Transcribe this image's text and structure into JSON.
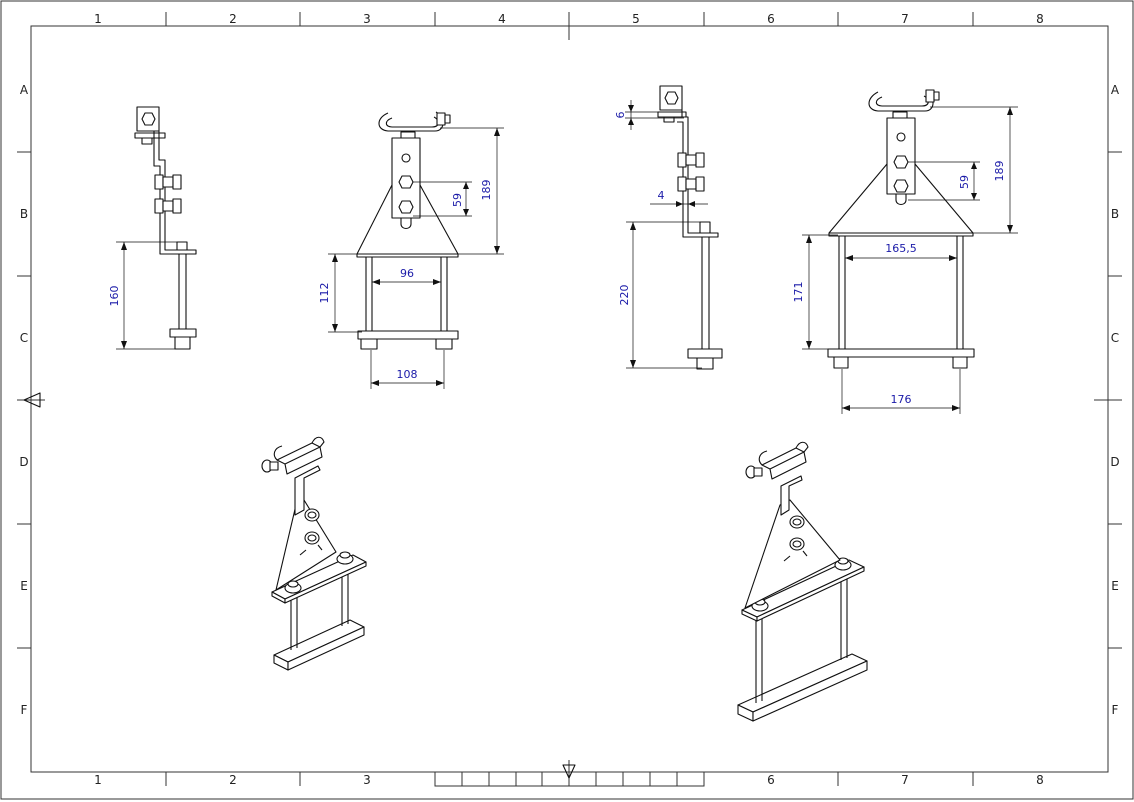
{
  "sheet": {
    "columns": [
      "1",
      "2",
      "3",
      "4",
      "5",
      "6",
      "7",
      "8"
    ],
    "bottom_columns": [
      "1",
      "2",
      "3",
      "6",
      "7",
      "8"
    ],
    "rows": [
      "A",
      "B",
      "C",
      "D",
      "E",
      "F"
    ]
  },
  "dimensions": {
    "view1_height": "160",
    "view2_pitch": "59",
    "view2_height": "189",
    "view2_inner_width": "96",
    "view2_rod_height": "112",
    "view2_base_width": "108",
    "view3_offset": "6",
    "view3_thickness": "4",
    "view3_rod_height": "220",
    "view4_pitch": "59",
    "view4_height": "189",
    "view4_inner_width": "165,5",
    "view4_rod_height": "171",
    "view4_base_width": "176"
  },
  "icons": {
    "centering_left": "triangle-marker-icon",
    "centering_bottom": "triangle-marker-icon"
  }
}
